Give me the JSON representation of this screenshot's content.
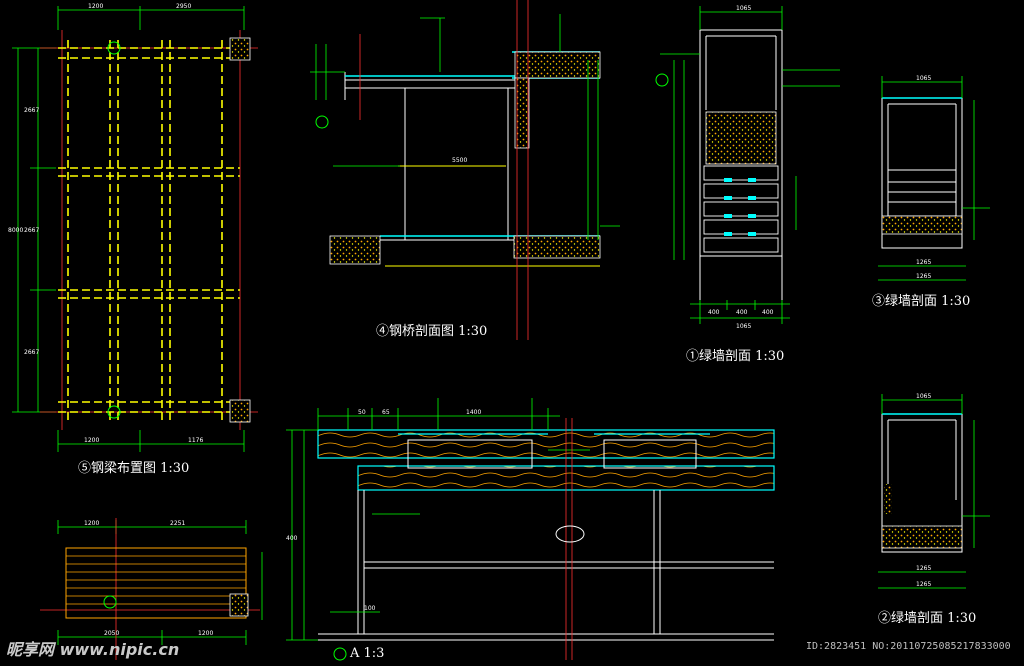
{
  "drawing": {
    "titles": {
      "beam_plan": "⑤钢梁布置图  1:30",
      "bridge_section": "④钢桥剖面图  1:30",
      "green_wall_1": "①绿墙剖面  1:30",
      "green_wall_3": "③绿墙剖面  1:30",
      "green_wall_2": "②绿墙剖面  1:30",
      "detail_a": "A  1:3"
    },
    "dimensions": {
      "beam_top": [
        "1200",
        "2950"
      ],
      "beam_left": [
        "2667",
        "2667",
        "2667"
      ],
      "beam_left_total": "8000",
      "beam_bottom": [
        "1200",
        "1176"
      ],
      "bridge_span": "5500",
      "gw1_top": "1065",
      "gw1_bottom": [
        "400",
        "400",
        "400"
      ],
      "gw1_bottom_total": "1065",
      "gw3_top": "1065",
      "gw3_bottom": [
        "1265",
        "1265"
      ],
      "gw2_top": "1065",
      "gw2_bottom": [
        "1265",
        "1265"
      ],
      "deck_top": [
        "1200",
        "2251"
      ],
      "deck_bottom": [
        "2050",
        "1200"
      ],
      "detail_top": [
        "50",
        "65",
        "1400"
      ],
      "detail_height": "400",
      "detail_bottom": "100"
    }
  },
  "watermark": {
    "logo": "昵享网 www.nipic.cn",
    "id_text": "ID:2823451 NO:20110725085217833000"
  },
  "colors": {
    "background": "#000000",
    "green": "#00ff00",
    "yellow": "#ffff00",
    "cyan": "#00ffff",
    "white": "#ffffff",
    "red": "#ff3030",
    "orange": "#ffa500"
  }
}
